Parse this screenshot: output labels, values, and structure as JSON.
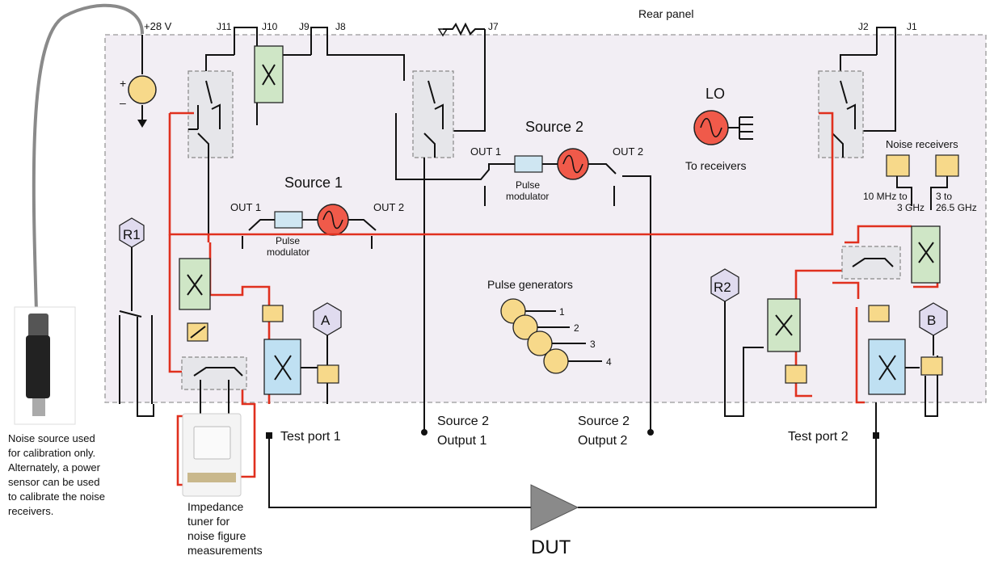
{
  "labels": {
    "rear_panel": "Rear panel",
    "plus28v": "+28 V",
    "j11": "J11",
    "j10": "J10",
    "j9": "J9",
    "j8": "J8",
    "j7": "J7",
    "j2": "J2",
    "j1": "J1",
    "plus": "+",
    "minus": "–",
    "source1": "Source 1",
    "source2": "Source 2",
    "out1": "OUT 1",
    "out2": "OUT 2",
    "pulse_mod_1": "Pulse",
    "pulse_mod_2": "modulator",
    "lo": "LO",
    "to_receivers": "To receivers",
    "noise_receivers": "Noise receivers",
    "rx_range_1a": "10 MHz to",
    "rx_range_1b": "3 GHz",
    "rx_range_2a": "3 to",
    "rx_range_2b": "26.5 GHz",
    "r1": "R1",
    "r2": "R2",
    "a": "A",
    "b": "B",
    "pulse_generators": "Pulse generators",
    "pg1": "1",
    "pg2": "2",
    "pg3": "3",
    "pg4": "4",
    "test_port_1": "Test port 1",
    "test_port_2": "Test port 2",
    "src2_out1_a": "Source 2",
    "src2_out1_b": "Output 1",
    "src2_out2_a": "Source 2",
    "src2_out2_b": "Output 2",
    "dut": "DUT",
    "noise_note": [
      "Noise source used",
      "for calibration only.",
      "Alternately, a power",
      "sensor can be used",
      "to calibrate the noise",
      "receivers."
    ],
    "tuner_note": [
      "Impedance",
      "tuner for",
      "noise figure",
      "measurements"
    ]
  },
  "colors": {
    "rf_path": "#e0301e",
    "panel": "#f2eef4",
    "coupler": "#cfe6c6",
    "source": "#f05a4a",
    "attenuator": "#f7d98a",
    "receiver": "#e0dbef",
    "pulse_gen": "#f7d98a"
  }
}
